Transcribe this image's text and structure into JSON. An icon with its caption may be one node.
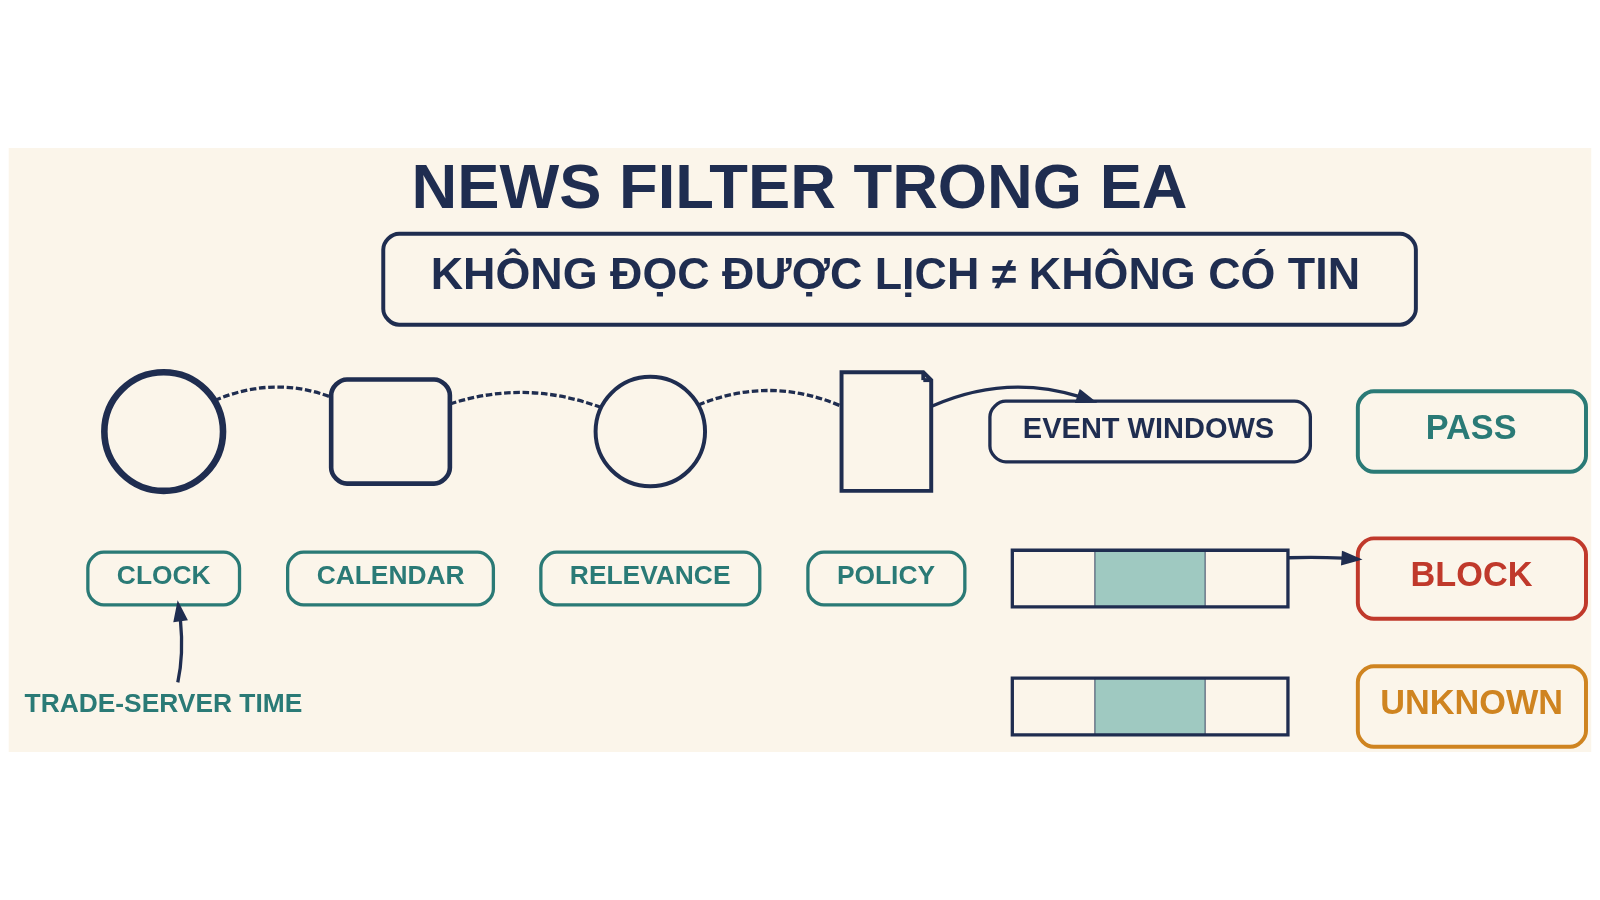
{
  "diagram": {
    "title": "NEWS FILTER TRONG EA",
    "nodes": [
      {
        "text": [
          "KHÔNG ĐỌC ĐƯỢC LỊCH ≠ KHÔNG CÓ TIN"
        ]
      },
      {
        "text": [],
        "shape": "circle"
      },
      {
        "text": [],
        "shape": "box"
      },
      {
        "text": [],
        "shape": "circle"
      },
      {
        "text": [],
        "shape": "picture"
      },
      {
        "text": [
          "CLOCK"
        ]
      },
      {
        "text": [
          "CALENDAR"
        ]
      },
      {
        "text": [
          "RELEVANCE"
        ]
      },
      {
        "text": [
          "POLICY"
        ]
      },
      {
        "text": [
          "TRADE-SERVER TIME"
        ]
      },
      {
        "text": [
          "EVENT WINDOWS"
        ]
      },
      {
        "text": [],
        "shape": "bar"
      },
      {
        "text": [],
        "shape": "bar"
      },
      {
        "text": [
          "PASS"
        ]
      },
      {
        "text": [
          "BLOCK"
        ]
      },
      {
        "text": [
          "UNKNOWN"
        ]
      }
    ],
    "edges": [
      {
        "from": 1,
        "to": 2,
        "arrow": "none",
        "style": "dashed"
      },
      {
        "from": 2,
        "to": 3,
        "arrow": "none",
        "style": "dashed"
      },
      {
        "from": 3,
        "to": 4,
        "arrow": "none",
        "style": "dashed"
      },
      {
        "from": 4,
        "to": 10,
        "arrow": "to"
      },
      {
        "from": 11,
        "to": 14,
        "arrow": "to"
      },
      {
        "from": 9,
        "to": 5,
        "arrow": "to"
      }
    ]
  }
}
